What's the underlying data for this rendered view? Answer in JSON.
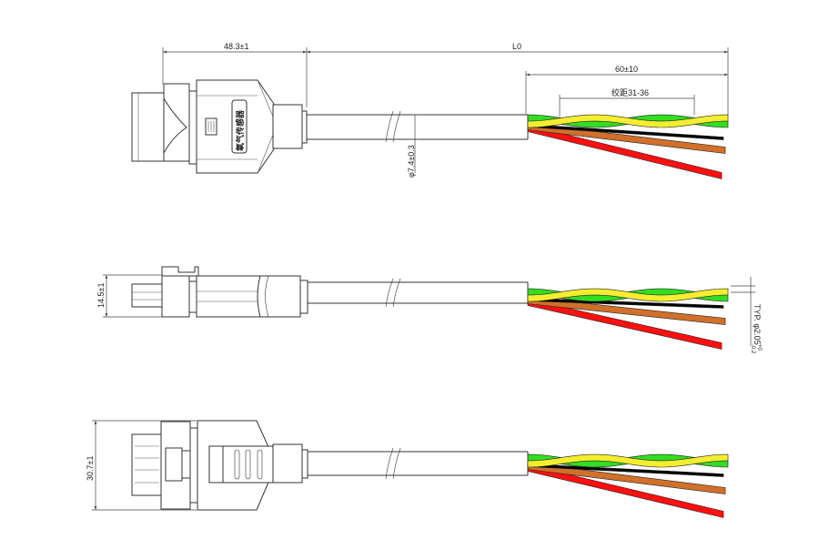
{
  "drawing": {
    "dimensions": {
      "connector_length": "48.3±1",
      "total_length": "L0",
      "strip_length": "60±10",
      "twist_pitch": "绞距31-36",
      "cable_diameter": "φ7.4±0.3",
      "connector_height_side": "14.5±1",
      "connector_height_bottom": "30.7±1",
      "wire_diameter": "TYP. φ2.05",
      "wire_diameter_tol_upper": "+0",
      "wire_diameter_tol_lower": "-0.2"
    },
    "connector_label": "氧气传感器",
    "wire_colors": {
      "green": "#33dd22",
      "yellow": "#f5ee30",
      "black": "#000000",
      "brown": "#d0702a",
      "red": "#ff1010"
    }
  }
}
